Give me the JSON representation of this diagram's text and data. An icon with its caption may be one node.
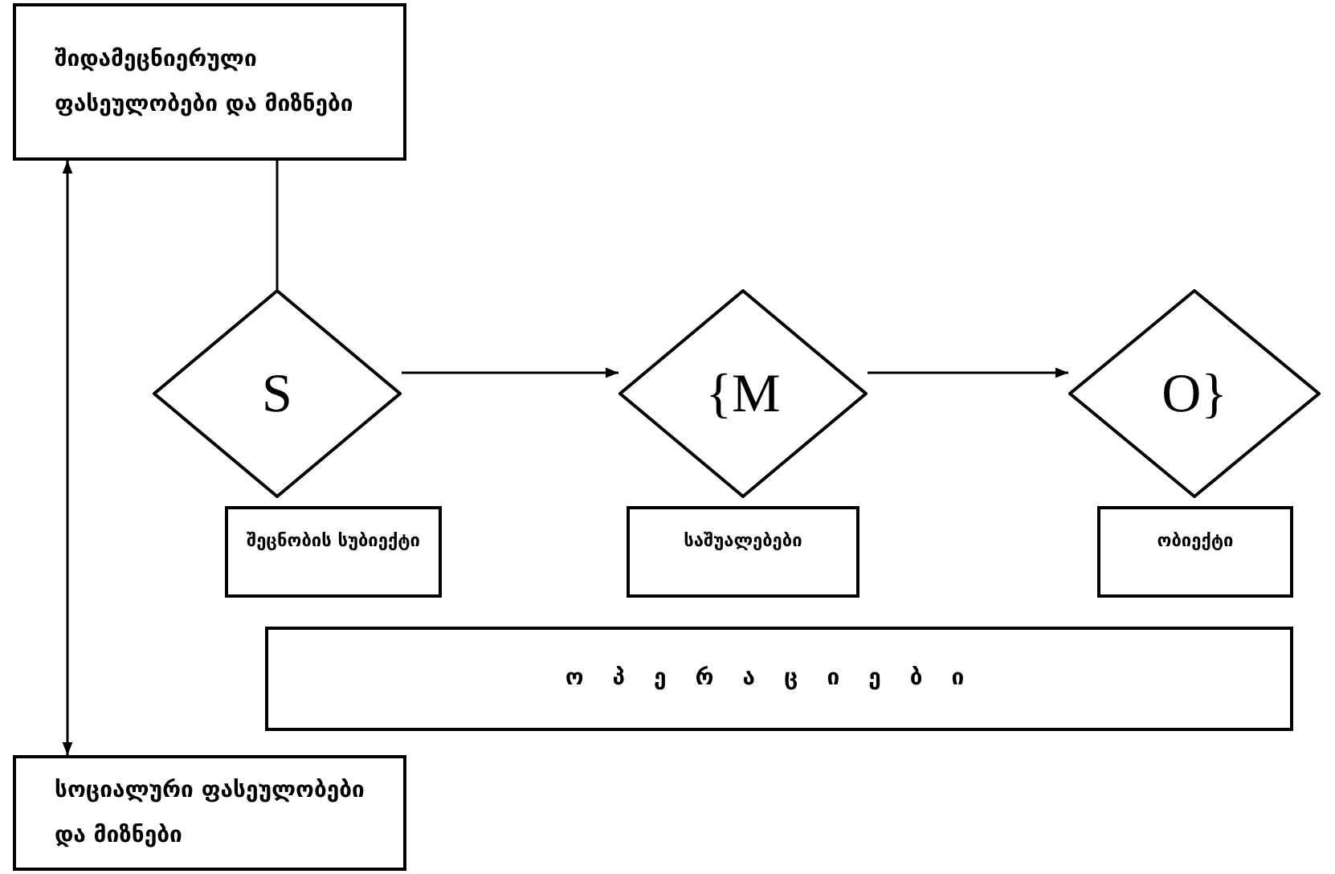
{
  "diagram": {
    "nodes": [
      {
        "text": [
          "შიდამეცნიერული ფასეულობები და მიზნები"
        ]
      },
      {
        "text": [
          "S"
        ]
      },
      {
        "text": [
          "{M"
        ]
      },
      {
        "text": [
          "O}"
        ]
      },
      {
        "text": [
          "შეცნობის სუბიექტი"
        ]
      },
      {
        "text": [
          "საშუალებები"
        ]
      },
      {
        "text": [
          "ობიექტი"
        ]
      },
      {
        "text": [
          "ოპერაციები"
        ]
      },
      {
        "text": [
          "სოციალური ფასეულობები და მიზნები"
        ]
      }
    ],
    "edges": [
      {
        "from": 0,
        "to": 1,
        "arrow": "none"
      },
      {
        "from": 0,
        "to": 8,
        "arrow": "both"
      },
      {
        "from": 1,
        "to": 2,
        "arrow": "to"
      },
      {
        "from": 2,
        "to": 3,
        "arrow": "to"
      }
    ]
  }
}
